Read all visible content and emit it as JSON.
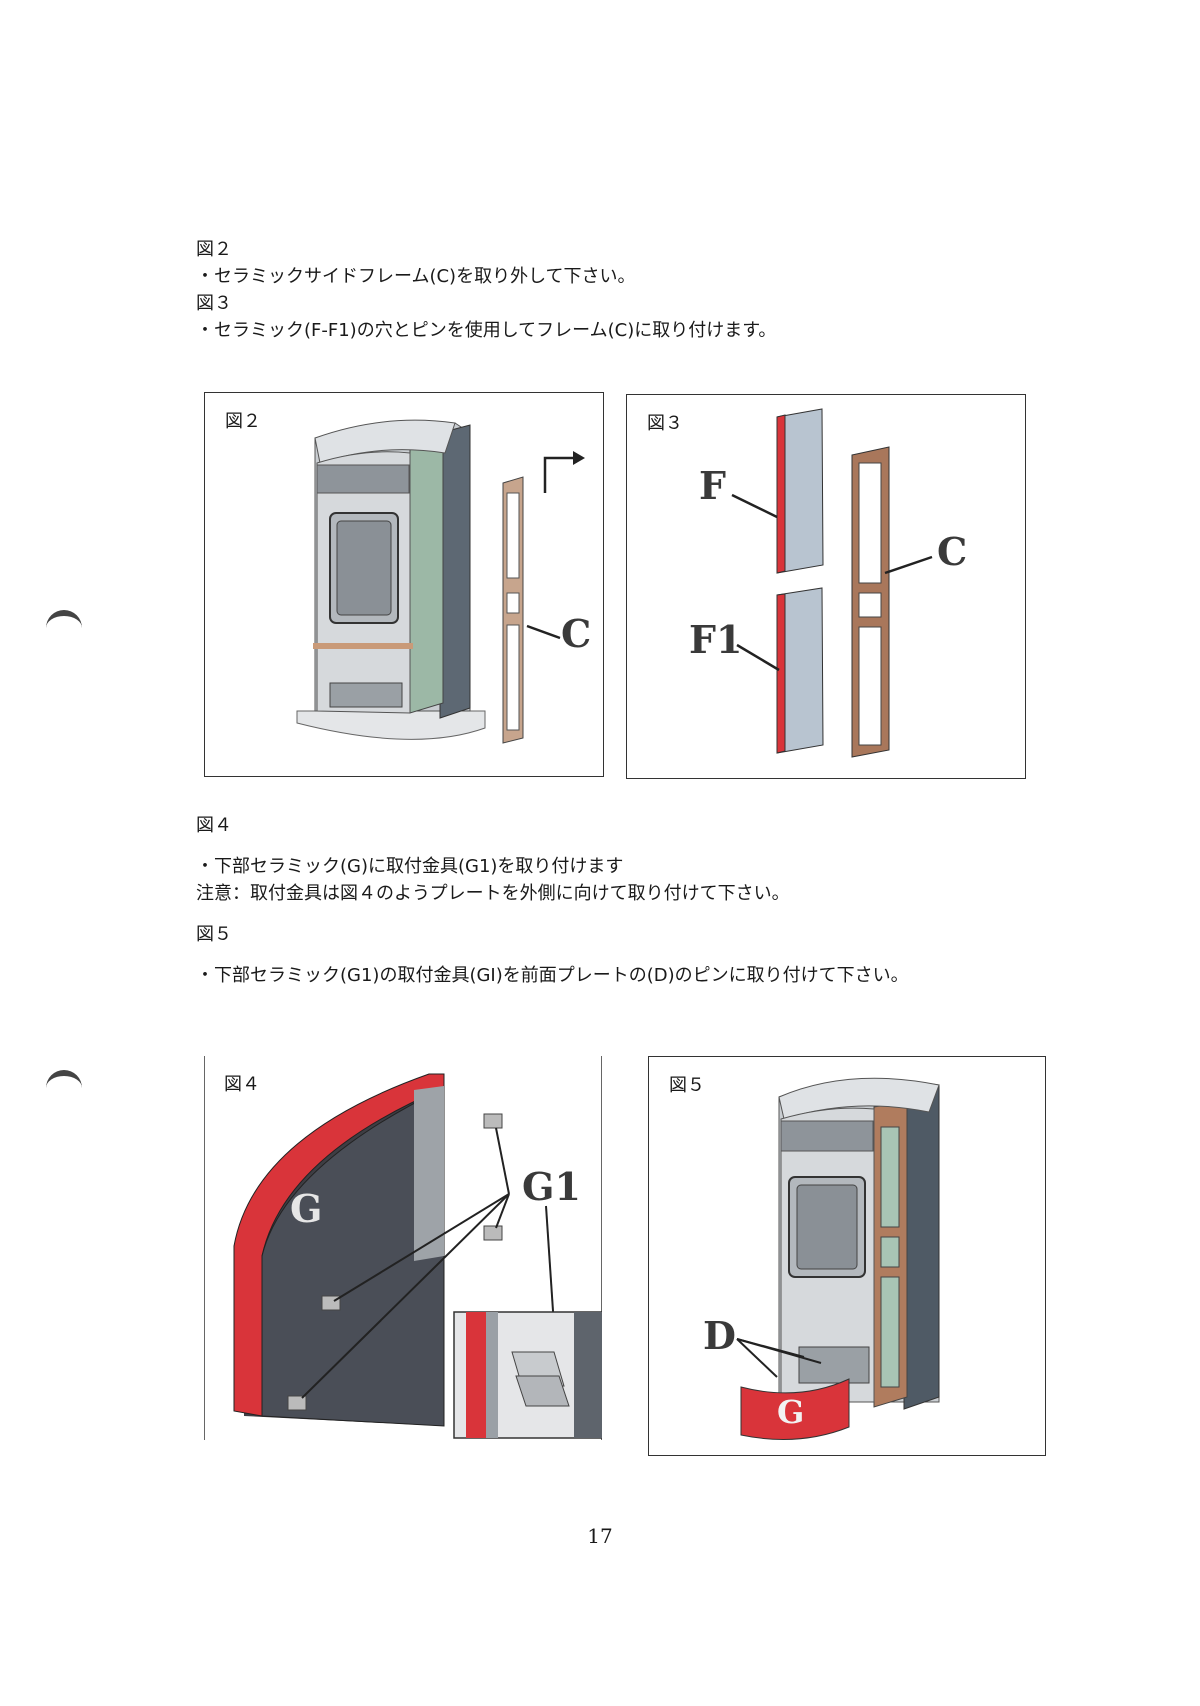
{
  "section1": {
    "lines": [
      "図２",
      "・セラミックサイドフレーム(C)を取り外して下さい。",
      "図３",
      "・セラミック(F-F1)の穴とピンを使用してフレーム(C)に取り付けます。"
    ]
  },
  "section2": {
    "lines": [
      "図４",
      "・下部セラミック(G)に取付金具(G1)を取り付けます",
      "注意：取付金具は図４のようプレートを外側に向けて取り付けて下さい。",
      "図５",
      "・下部セラミック(G1)の取付金具(GI)を前面プレートの(D)のピンに取り付けて下さい。"
    ]
  },
  "figures": {
    "fig2": {
      "label": "図２",
      "callouts": [
        "C"
      ]
    },
    "fig3": {
      "label": "図３",
      "callouts": [
        "F",
        "F1",
        "C"
      ]
    },
    "fig4": {
      "label": "図４",
      "callouts": [
        "G",
        "G1"
      ]
    },
    "fig5": {
      "label": "図５",
      "callouts": [
        "D",
        "G"
      ]
    }
  },
  "page_number": "17",
  "colors": {
    "ceramic_red": "#d9343a",
    "frame_brown": "#a9775b",
    "steel": "#b9bec3",
    "dark_panel": "#3f4a55"
  }
}
